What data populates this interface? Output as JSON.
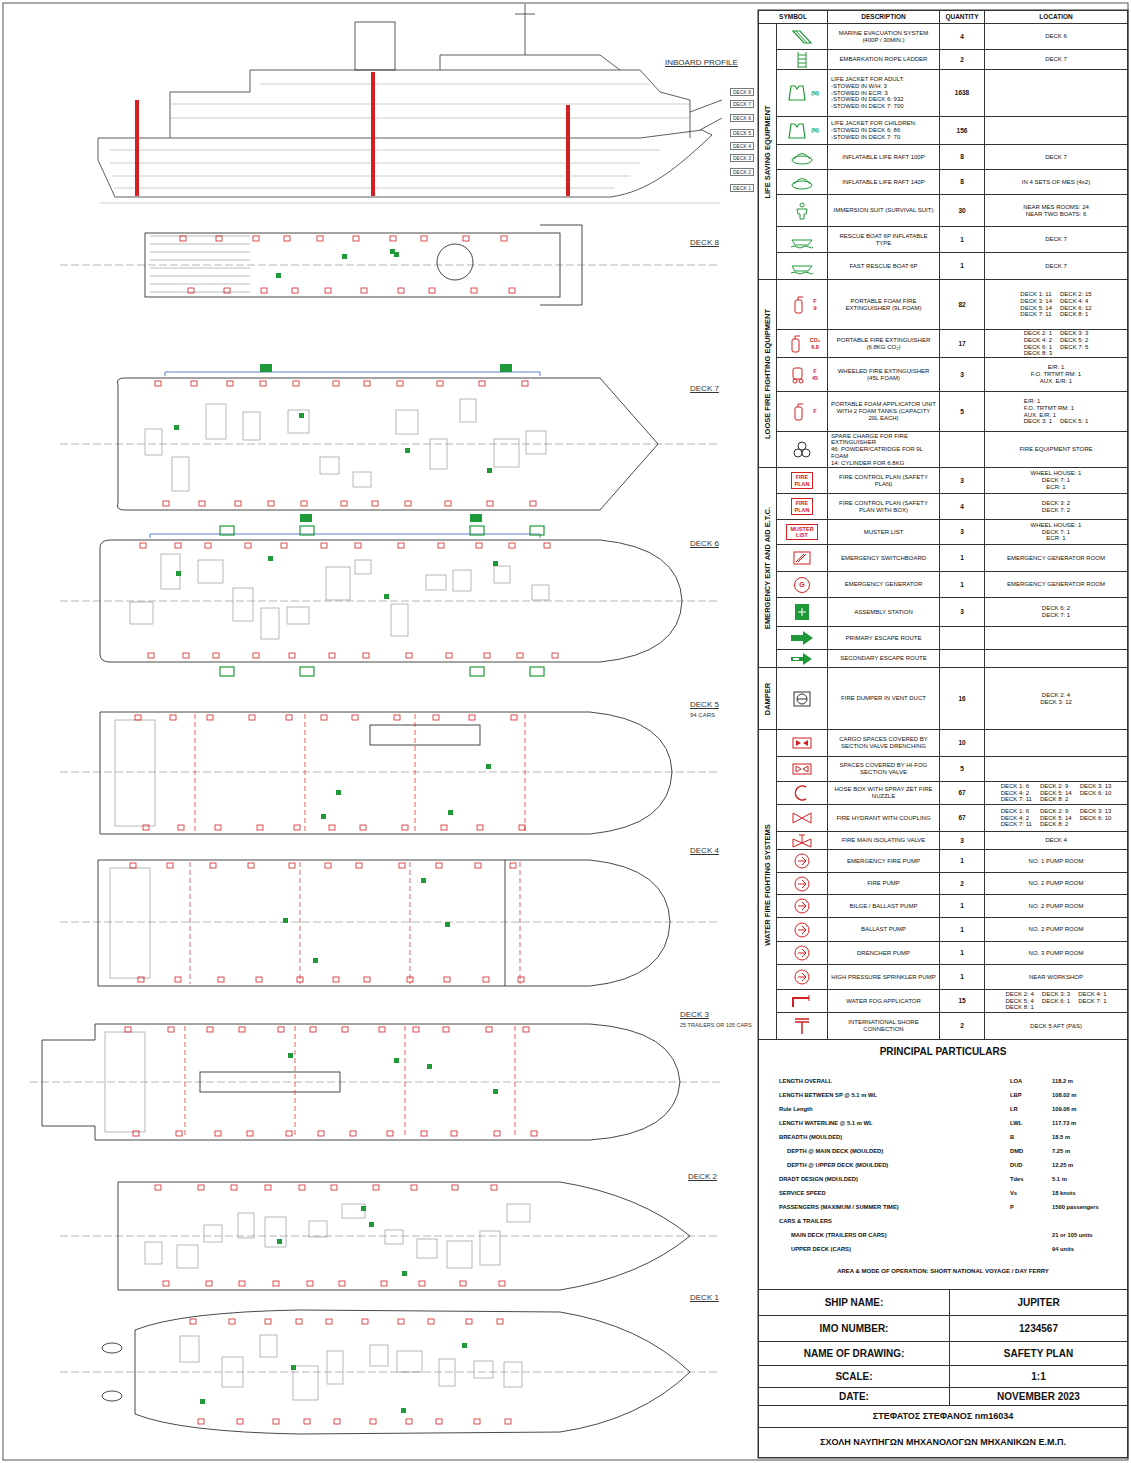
{
  "diagram": {
    "labels": [
      "INBOARD PROFILE",
      "DECK 8",
      "DECK 7",
      "DECK 6",
      "DECK 5",
      "DECK 4",
      "DECK 3",
      "DECK 2",
      "DECK 1",
      "DECK 8",
      "DECK 7",
      "DECK 6",
      "DECK 5",
      "94 CARS",
      "DECK 4",
      "DECK 3",
      "25 TRAILERS OR 105 CARS",
      "DECK 2",
      "DECK 1",
      "SYMBOL",
      "DESCRIPTION",
      "QUANTITY",
      "LOCATION",
      "LIFE SAVING EQUIPMENT",
      "MARINE EVACUATION SYSTEM (400P / 30MIN.)",
      "4",
      "DECK 6",
      "EMBARKATION ROPE LADDER",
      "2",
      "DECK 7",
      "(N)",
      "LIFE JACKET FOR ADULT:",
      "-STOWED IN W/H: 3",
      "-STOWED IN ECR: 3",
      "-STOWED IN DECK 6: 932",
      "-STOWED IN DECK 7: 700",
      "1638",
      "(N)",
      "LIFE JACKET FOR CHILDREN:",
      "-STOWED IN DECK 6: 86",
      "-STOWED IN DECK 7: 70",
      "156",
      "INFLATABLE LIFE RAFT 100P",
      "8",
      "DECK 7",
      "INFLATABLE LIFE RAFT 140P",
      "8",
      "IN 4 SETS OF MES (4x2)",
      "IMMERSION SUIT (SURVIVAL SUIT)",
      "30",
      "NEAR MES ROOMS: 24",
      "NEAR TWO BOATS: 6",
      "RESCUE BOAT 6P INFLATABLE TYPE",
      "1",
      "DECK 7",
      "FAST RESCUE BOAT 6P",
      "1",
      "DECK 7",
      "LOOSE FIRE FIGHTING EQUIPMENT",
      "F",
      "9",
      "PORTABLE FOAM FIRE EXTINGUISHER (9L FOAM)",
      "82",
      "DECK 1: 11",
      "DECK 2: 15",
      "DECK 3: 14",
      "DECK 4: 4",
      "DECK 5: 14",
      "DECK 6: 12",
      "DECK 7: 11",
      "DECK 8: 1",
      "CO₂",
      "6.8",
      "PORTABLE FIRE EXTINGUISHER (6.8KG CO₂)",
      "17",
      "DECK 2: 1",
      "DECK 3: 3",
      "DECK 4: 2",
      "DECK 5: 2",
      "DECK 6: 1",
      "DECK 7: 5",
      "DECK 8: 3",
      "F",
      "45",
      "WHEELED FIRE EXTINGUISHER (45L FOAM)",
      "3",
      "E/R: 1",
      "F.O. TRTMT RM: 1",
      "AUX. E/R: 1",
      "F",
      "PORTABLE FOAM APPLICATOR UNIT WITH 2 FOAM TANKS (CAPACITY 20L EACH)",
      "5",
      "E/R: 1",
      "F.O. TRTMT RM: 1",
      "AUX. E/R: 1",
      "DECK 3: 1",
      "DECK 5: 1",
      "SPARE CHARGE FOR FIRE EXTINGUISHER",
      "46: POWDER/CATRIDGE FOR 9L FOAM",
      "14: CYLINDER FOR 6.8KG",
      "FIRE EQUIPMENT STORE",
      "EMERGENCY EXIT AND AID E.T.C.",
      "FIRE",
      "PLAN",
      "FIRE CONTROL PLAN (SAFETY PLAN)",
      "3",
      "WHEEL HOUSE: 1",
      "DECK 7: 1",
      "ECR: 1",
      "FIRE",
      "PLAN",
      "FIRE CONTROL PLAN (SAFETY PLAN WITH BOX)",
      "4",
      "DECK 3: 2",
      "DECK 7: 2",
      "MUSTER",
      "LIST",
      "MUSTER LIST",
      "3",
      "WHEEL HOUSE: 1",
      "DECK 7: 1",
      "ECR: 1",
      "EMERGENCY SWITCHBOARD",
      "1",
      "EMERGENCY GENERATOR ROOM",
      "G",
      "EMERGENCY GENERATOR",
      "1",
      "EMERGENCY GENERATOR ROOM",
      "ASSEMBLY STATION",
      "3",
      "DECK 6: 2",
      "DECK 7: 1",
      "PRIMARY ESCAPE ROUTE",
      "SECONDARY ESCAPE ROUTE",
      "DAMPER",
      "FIRE DUMPER IN VENT DUCT",
      "16",
      "DECK 2: 4",
      "DECK 3: 12",
      "WATER FIRE FIGHTING SYSTEMS",
      "CARGO SPACES COVERED BY SECTION VALVE DRENCHING",
      "10",
      "SPACES COVERED BY HI-FOG SECTION VALVE",
      "5",
      "HOSE BOX WITH SPRAY ZET FIRE NUZZLE",
      "67",
      "DECK 1: 6",
      "DECK 2: 9",
      "DECK 3: 13",
      "DECK 4: 2",
      "DECK 5: 14",
      "DECK 6: 10",
      "DECK 7: 11",
      "DECK 8: 2",
      "FIRE HYDRANT WITH COUPLING",
      "67",
      "DECK 1: 6",
      "DECK 2: 9",
      "DECK 3: 13",
      "DECK 4: 2",
      "DECK 5: 14",
      "DECK 6: 10",
      "DECK 7: 11",
      "DECK 8: 2",
      "FIRE MAIN ISOLATING VALVE",
      "3",
      "DECK 4",
      "EMERGENCY FIRE PUMP",
      "1",
      "NO. 1 PUMP ROOM",
      "FIRE PUMP",
      "2",
      "NO. 2 PUMP ROOM",
      "BILGE / BALLAST PUMP",
      "1",
      "NO. 2 PUMP ROOM",
      "BALLAST PUMP",
      "1",
      "NO. 2 PUMP ROOM",
      "DRENCHER PUMP",
      "1",
      "NO. 3 PUMP ROOM",
      "HIGH PRESSURE SPRINKLER PUMP",
      "1",
      "NEAR WORKSHOP",
      "WATER FOG APPLICATOR",
      "15",
      "DECK 2: 4",
      "DECK 3: 3",
      "DECK 4: 1",
      "DECK 5: 4",
      "DECK 6: 1",
      "DECK 7: 1",
      "DECK 8: 1",
      "INTERNATIONAL SHORE CONNECTION",
      "2",
      "DECK 5 AFT (P&S)",
      "PRINCIPAL PARTICULARS",
      "LENGTH OVERALL",
      "LOA",
      "118.2 m",
      "LENGTH BETWEEN SP @ 5.1 m WL",
      "LBP",
      "108.02 m",
      "Rule Length",
      "LR",
      "109.06 m",
      "LENGTH WATERLINE @ 5.1 m WL",
      "LWL",
      "117.73 m",
      "BREADTH (MOULDED)",
      "B",
      "18.5 m",
      "DEPTH @ MAIN DECK (MOULDED)",
      "DMD",
      "7.25 m",
      "DEPTH @ UPPER DECK (MOULDED)",
      "DUD",
      "12.25 m",
      "DRADT DESIGN (MOULDED)",
      "Tdes",
      "5.1 m",
      "SERVICE SPEED",
      "Vs",
      "18 knots",
      "PASSENGERS (MAXIMUM / SUMMER TIME)",
      "P",
      "1500 passengers",
      "CARS & TRAILERS",
      "MAIN DECK (TRAILERS OR CARS)",
      "21 or 105 units",
      "UPPER DECK (CARS)",
      "94 units",
      "AREA & MODE OF OPERATION: SHORT NATIONAL VOYAGE / DAY FERRY",
      "SHIP NAME:",
      "JUPITER",
      "IMO NUMBER:",
      "1234567",
      "NAME OF DRAWING:",
      "SAFETY PLAN",
      "SCALE:",
      "1:1",
      "DATE:",
      "NOVEMBER 2023",
      "ΣΤΕΦΑΤΟΣ ΣΤΕΦΑΝΟΣ nm16034",
      "ΣΧΟΛΗ ΝΑΥΠΗΓΩΝ ΜΗΧΑΝΟΛΟΓΩΝ ΜΗΧΑΝΙΚΩΝ Ε.Μ.Π."
    ]
  }
}
